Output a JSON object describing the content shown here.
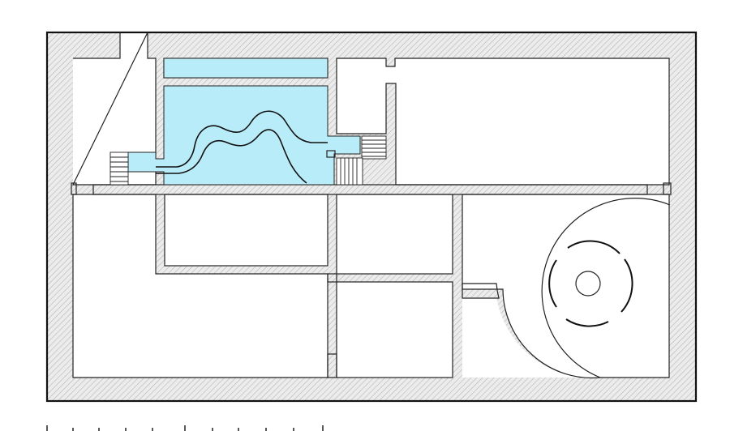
{
  "diagram": {
    "kind": "architectural floor plan",
    "colors": {
      "background": "#ffffff",
      "wall_hatch_fill": "#e6e6e6",
      "wall_hatch_line": "#b5b5b5",
      "outline": "#222222",
      "pool_fill": "#b8ecf8"
    },
    "features": [
      "hatched-walls",
      "pool",
      "water-slide",
      "stairs",
      "circular-room",
      "scale-bar"
    ]
  }
}
